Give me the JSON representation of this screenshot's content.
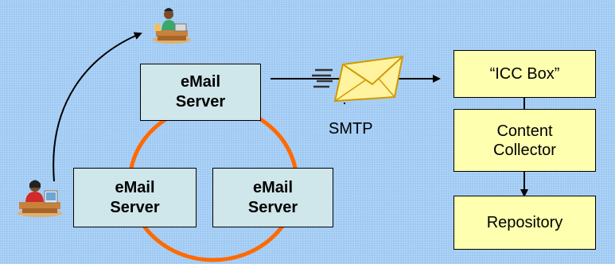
{
  "servers": {
    "top": [
      "eMail",
      "Server"
    ],
    "left": [
      "eMail",
      "Server"
    ],
    "right": [
      "eMail",
      "Server"
    ]
  },
  "protocol": "SMTP",
  "pipeline": {
    "icc_box": "“ICC Box”",
    "collector": [
      "Content",
      "Collector"
    ],
    "repository": "Repository"
  },
  "icons": {
    "envelope": "envelope-icon",
    "user_top": "user-at-desk-icon",
    "user_left": "user-at-desk-icon"
  },
  "colors": {
    "background": "#9fc9f3",
    "server_fill": "#cfe6ea",
    "pipeline_fill": "#ffffb0",
    "ring": "#ff6a00"
  }
}
